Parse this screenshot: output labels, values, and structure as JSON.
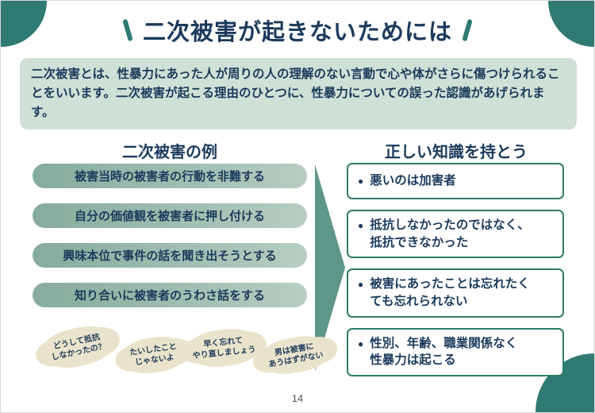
{
  "page": {
    "title": "二次被害が起きないためには",
    "page_number": "14"
  },
  "intro": {
    "text": "二次被害とは、性暴力にあった人が周りの人の理解のない言動で心や体がさらに傷つけられることをいいます。二次被害が起こる理由のひとつに、性暴力についての誤った認識があげられます。"
  },
  "left": {
    "heading": "二次被害の例",
    "items": [
      "被害当時の被害者の行動を非難する",
      "自分の価値観を被害者に押し付ける",
      "興味本位で事件の話を聞き出そうとする",
      "知り合いに被害者のうわさ話をする"
    ]
  },
  "right": {
    "heading": "正しい知識を持とう",
    "bullet": "●",
    "items": [
      "悪いのは加害者",
      "抵抗しなかったのではなく、\n抵抗できなかった",
      "被害にあったことは忘れたく\nても忘れられない",
      "性別、年齢、職業関係なく\n性暴力は起こる"
    ]
  },
  "bubbles": [
    "どうして抵抗\nしなかったの？",
    "たいしたこと\nじゃないよ",
    "早く忘れて\nやり直しましょう",
    "男は被害に\nあうはずがない"
  ],
  "colors": {
    "teal": "#2f7a73",
    "navy": "#1b3a5c",
    "mint": "#cfe0d6",
    "pill-start": "#86ab9c",
    "pill-end": "#b7cdc1",
    "arrow": "#5e978a",
    "box-border": "#2e7a6a",
    "cream": "#eae3cb"
  }
}
